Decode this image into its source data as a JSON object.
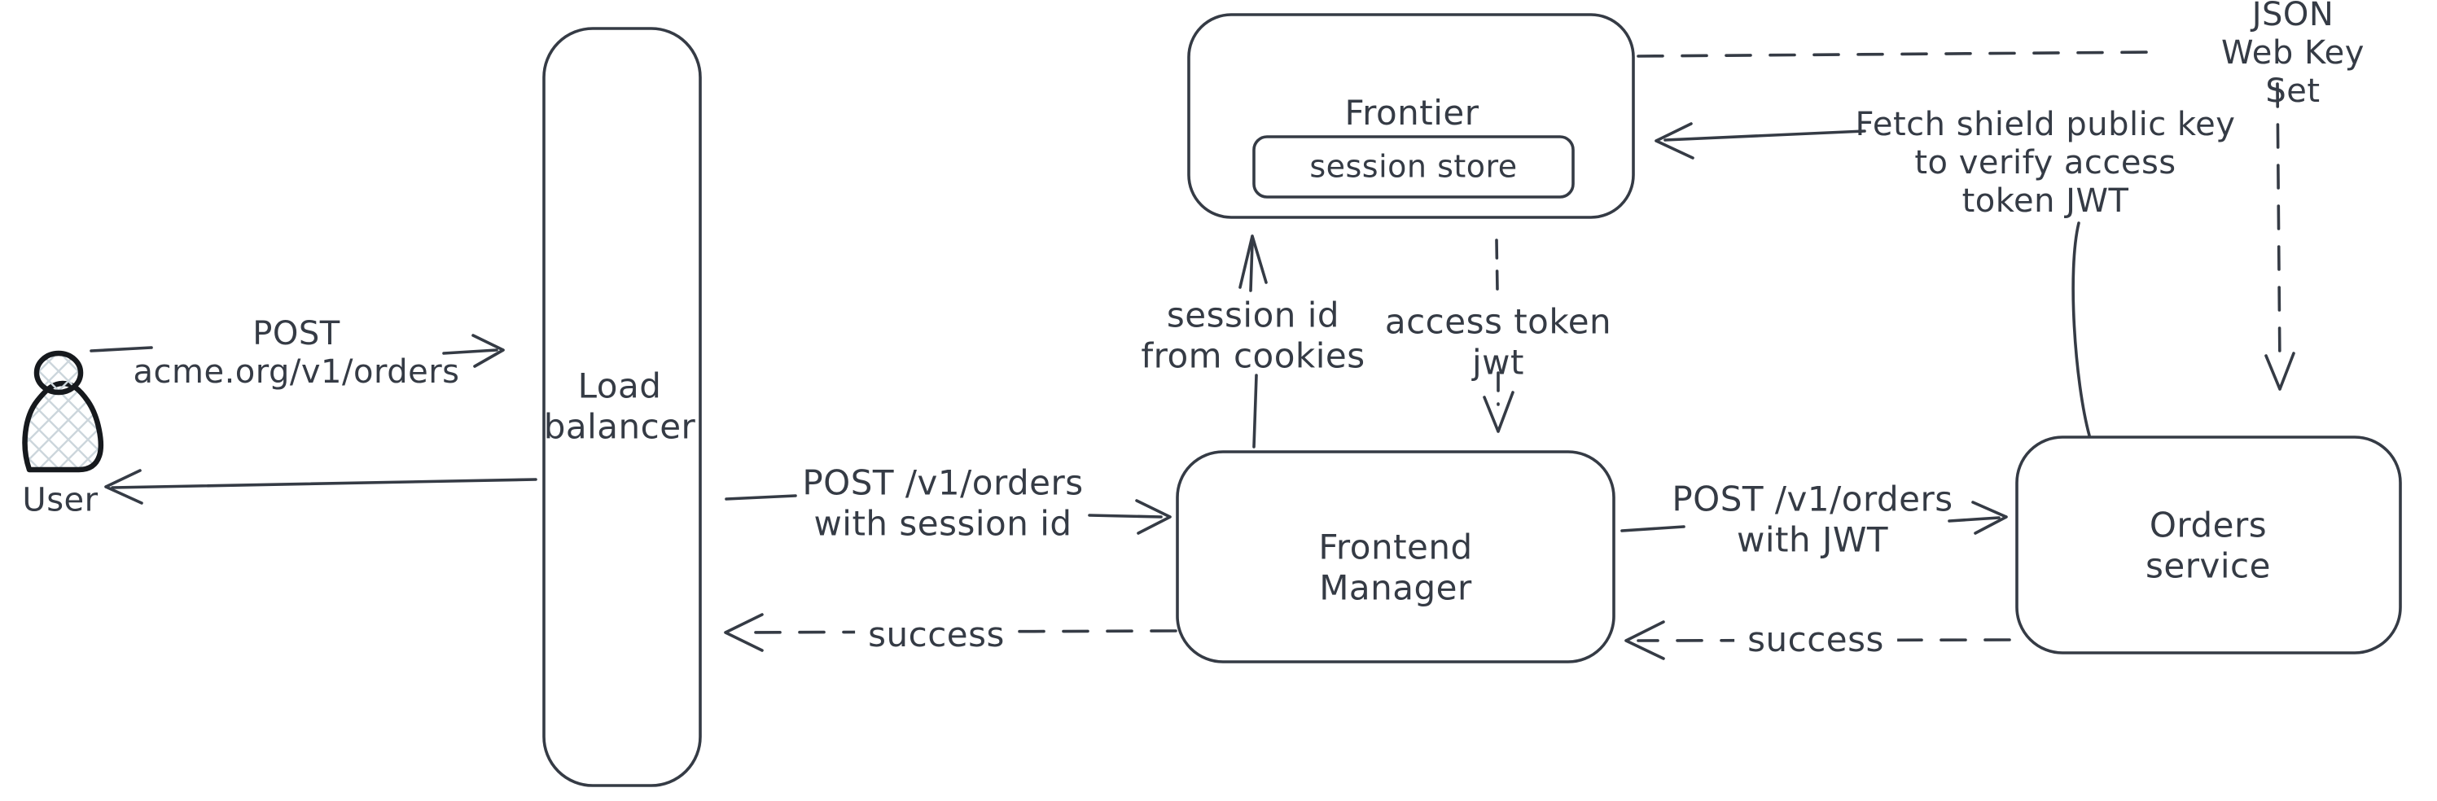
{
  "canvas": {
    "background": "#ffffff",
    "ink_color": "#353b45",
    "person_stroke_color": "#16191d",
    "hatch_fill_color": "#ccd6dc"
  },
  "nodes": {
    "user": {
      "label": "User",
      "icon": "person-icon"
    },
    "load_balancer": {
      "label": "Load\nbalancer"
    },
    "frontier": {
      "label": "Frontier"
    },
    "session_store": {
      "label": "session store"
    },
    "frontend_manager": {
      "label": "Frontend\nManager"
    },
    "orders_service": {
      "label": "Orders service"
    }
  },
  "edges": {
    "user_to_load_balancer": {
      "label": "POST\nacme.org/v1/orders",
      "style": "solid"
    },
    "load_balancer_to_frontend_manager": {
      "label": "POST /v1/orders\nwith session id",
      "style": "solid"
    },
    "frontend_manager_to_load_balancer": {
      "label": "success",
      "style": "dashed"
    },
    "frontend_manager_to_frontier": {
      "label": "session id\nfrom cookies",
      "style": "solid"
    },
    "frontier_to_frontend_manager": {
      "label": "access token\njwt",
      "style": "dashed"
    },
    "frontend_manager_to_orders_service": {
      "label": "POST /v1/orders\nwith JWT",
      "style": "solid"
    },
    "orders_service_to_frontend_manager": {
      "label": "success",
      "style": "dashed"
    },
    "orders_service_to_frontier": {
      "label": "Fetch shield public key\nto verify access\ntoken JWT",
      "style": "solid"
    },
    "jwks_source": {
      "label": "JSON Web Key Set",
      "style": "dashed"
    }
  }
}
